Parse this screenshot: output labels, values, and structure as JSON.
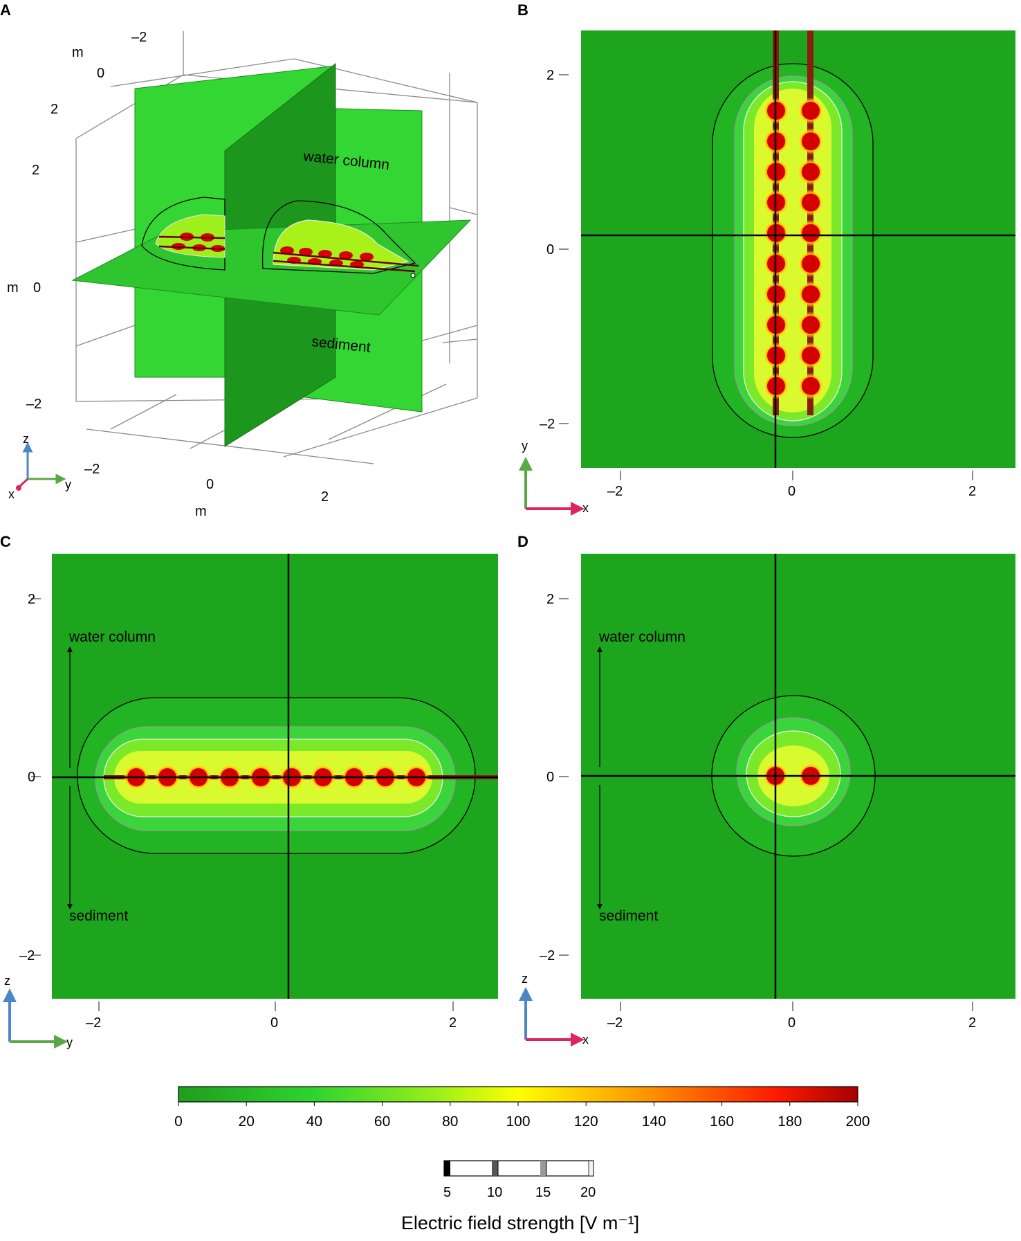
{
  "panels": {
    "A": {
      "letter": "A",
      "labels": {
        "water": "water column",
        "sediment": "sediment"
      },
      "axis_unit": "m",
      "x_ticks": [
        "–2",
        "0",
        "2"
      ],
      "y_ticks": [
        "–2",
        "0",
        "2"
      ],
      "z_ticks": [
        "2",
        "0",
        "–2"
      ],
      "z_unit_left": "m",
      "triad": {
        "z": "z",
        "y": "y",
        "x": "x"
      }
    },
    "B": {
      "letter": "B",
      "xticks": [
        "–2",
        "0",
        "2"
      ],
      "yticks": [
        "2",
        "0",
        "–2"
      ],
      "triad": {
        "v": "y",
        "h": "x"
      }
    },
    "C": {
      "letter": "C",
      "xticks": [
        "–2",
        "0",
        "2"
      ],
      "yticks": [
        "2",
        "0",
        "–2"
      ],
      "labels": {
        "water": "water column",
        "sediment": "sediment"
      },
      "triad": {
        "v": "z",
        "h": "y"
      }
    },
    "D": {
      "letter": "D",
      "xticks": [
        "–2",
        "0",
        "2"
      ],
      "yticks": [
        "2",
        "0",
        "–2"
      ],
      "labels": {
        "water": "water column",
        "sediment": "sediment"
      },
      "triad": {
        "v": "z",
        "h": "x"
      }
    }
  },
  "colorbar": {
    "ticks": [
      "0",
      "20",
      "40",
      "60",
      "80",
      "100",
      "120",
      "140",
      "160",
      "180",
      "200"
    ],
    "colors": [
      "#1e9e1e",
      "#2fd42f",
      "#9aef1a",
      "#ffff00",
      "#ff9900",
      "#ff1a00",
      "#a60000"
    ]
  },
  "contour_legend": {
    "ticks": [
      "5",
      "10",
      "15",
      "20"
    ]
  },
  "title": "Electric field strength [V m⁻¹]",
  "colors": {
    "field_background": "#1da51d",
    "z_axis_arrow": "#4a87c6",
    "y_axis_arrow": "#5aa845",
    "x_axis_arrow": "#e0245e"
  }
}
